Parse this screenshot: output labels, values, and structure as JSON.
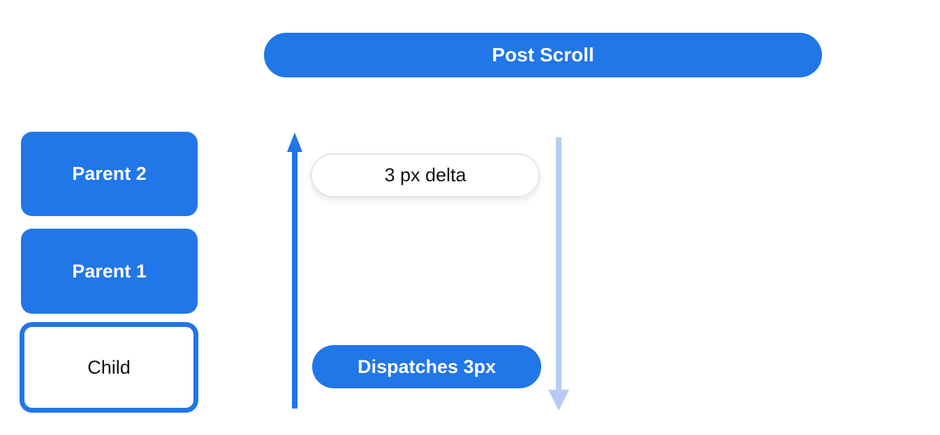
{
  "diagram": {
    "banner": {
      "label": "Post Scroll"
    },
    "nodes": [
      {
        "label": "Parent 2"
      },
      {
        "label": "Parent 1"
      },
      {
        "label": "Child"
      }
    ],
    "callouts": {
      "delta": "3 px delta",
      "dispatch": "Dispatches 3px"
    },
    "colors": {
      "primary_blue": "#2176e8",
      "light_blue": "#b4ccf3",
      "text_on_blue": "#ffffff",
      "text_dark": "#111111"
    }
  }
}
